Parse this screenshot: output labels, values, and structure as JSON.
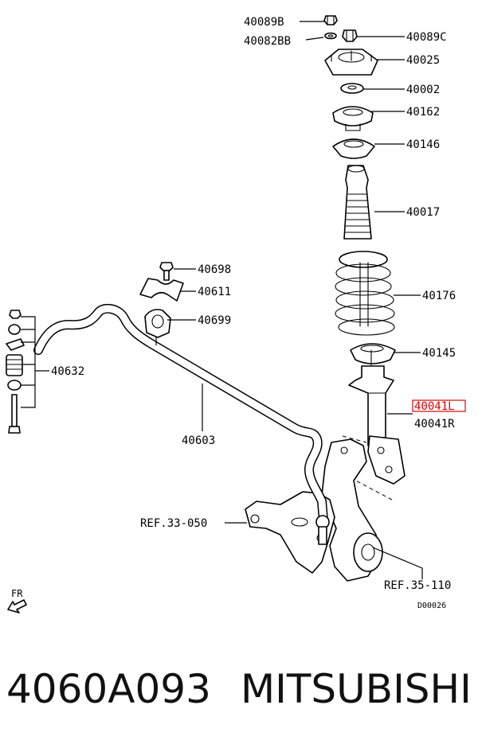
{
  "diagram": {
    "labels": {
      "p40089b": "40089B",
      "p40082bb": "40082BB",
      "p40089c": "40089C",
      "p40025": "40025",
      "p40002": "40002",
      "p40162": "40162",
      "p40146": "40146",
      "p40017": "40017",
      "p40698": "40698",
      "p40611": "40611",
      "p40176": "40176",
      "p40699": "40699",
      "p40145": "40145",
      "p40632": "40632",
      "p40041l": "40041L",
      "p40041r": "40041R",
      "p40603": "40603",
      "ref_33_050": "REF.33-050",
      "ref_35_110": "REF.35-110",
      "fr": "FR",
      "diagram_code": "D00026"
    },
    "highlight_color": "#e00000"
  },
  "caption": {
    "part_number": "4060A093",
    "brand": "MITSUBISHI"
  }
}
